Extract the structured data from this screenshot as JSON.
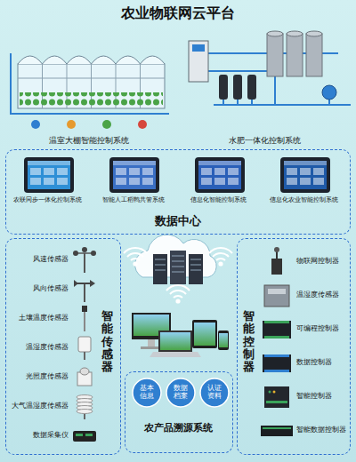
{
  "diagram": {
    "title": "农业物联网云平台",
    "nodes": [
      {
        "text": [
          "温室大棚智能控制系统"
        ]
      },
      {
        "text": [
          "水肥一体化控制系统"
        ]
      },
      {
        "text": [
          "数据中心"
        ]
      },
      {
        "text": [
          "农联同步一体化控制系统"
        ],
        "in": 2
      },
      {
        "text": [
          "智能人工稻鸭共管系统"
        ],
        "in": 2
      },
      {
        "text": [
          "信息化智能控制系统"
        ],
        "in": 2
      },
      {
        "text": [
          "信息化农业智能控制系统"
        ],
        "in": 2
      },
      {
        "text": [
          "智能传感器"
        ]
      },
      {
        "text": [
          "风速传感器"
        ],
        "in": 7
      },
      {
        "text": [
          "风向传感器"
        ],
        "in": 7
      },
      {
        "text": [
          "土壤温度传感器"
        ],
        "in": 7
      },
      {
        "text": [
          "温湿度传感器"
        ],
        "in": 7
      },
      {
        "text": [
          "光照度传感器"
        ],
        "in": 7
      },
      {
        "text": [
          "大气温湿度传感器"
        ],
        "in": 7
      },
      {
        "text": [
          "数据采集仪"
        ],
        "in": 7
      },
      {
        "text": [
          "智能控制器"
        ]
      },
      {
        "text": [
          "物联网控制器"
        ],
        "in": 15
      },
      {
        "text": [
          "温湿度传感器"
        ],
        "in": 15
      },
      {
        "text": [
          "可编程控制器"
        ],
        "in": 15
      },
      {
        "text": [
          "数据控制器"
        ],
        "in": 15
      },
      {
        "text": [
          "智能控制器"
        ],
        "in": 15
      },
      {
        "text": [
          "智能数据控制器"
        ],
        "in": 15
      },
      {
        "text": [
          "农产品溯源系统"
        ]
      },
      {
        "text": [
          "基本信息"
        ],
        "in": 22
      },
      {
        "text": [
          "数据档案"
        ],
        "in": 22
      },
      {
        "text": [
          "认证资料"
        ],
        "in": 22
      }
    ]
  }
}
